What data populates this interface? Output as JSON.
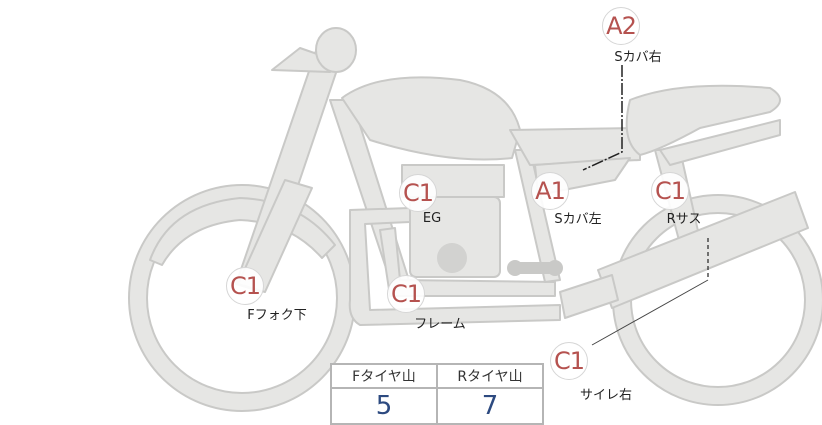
{
  "colors": {
    "body": "#e6e6e4",
    "outline": "#c9c9c7",
    "grade": "#b5524f",
    "value": "#2d4a80"
  },
  "markers": [
    {
      "grade": "A2",
      "part": "Sカバ右"
    },
    {
      "grade": "A1",
      "part": "Sカバ左"
    },
    {
      "grade": "C1",
      "part": "EG"
    },
    {
      "grade": "C1",
      "part": "Rサス"
    },
    {
      "grade": "C1",
      "part": "Fフォク下"
    },
    {
      "grade": "C1",
      "part": "フレーム"
    },
    {
      "grade": "C1",
      "part": "サイレ右"
    }
  ],
  "tread_table": {
    "headers": [
      "Fタイヤ山",
      "Rタイヤ山"
    ],
    "values": [
      "5",
      "7"
    ]
  }
}
